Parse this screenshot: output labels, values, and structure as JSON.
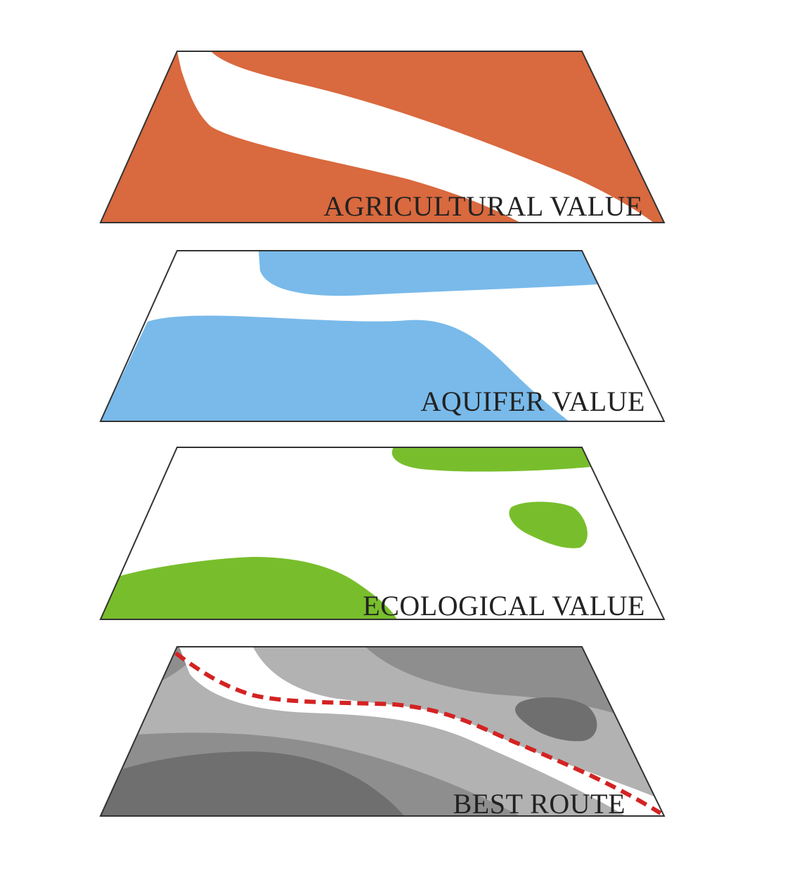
{
  "layers": [
    {
      "id": "agricultural",
      "label": "AGRICULTURAL VALUE",
      "color": "#D9693E"
    },
    {
      "id": "aquifer",
      "label": "AQUIFER VALUE",
      "color": "#79BAEA"
    },
    {
      "id": "ecological",
      "label": "ECOLOGICAL VALUE",
      "color": "#78BE2C"
    },
    {
      "id": "best_route",
      "label": "BEST ROUTE",
      "shades": [
        "#6f6f6f",
        "#8e8e8e",
        "#b2b2b2"
      ],
      "route_color": "#D42222"
    }
  ]
}
